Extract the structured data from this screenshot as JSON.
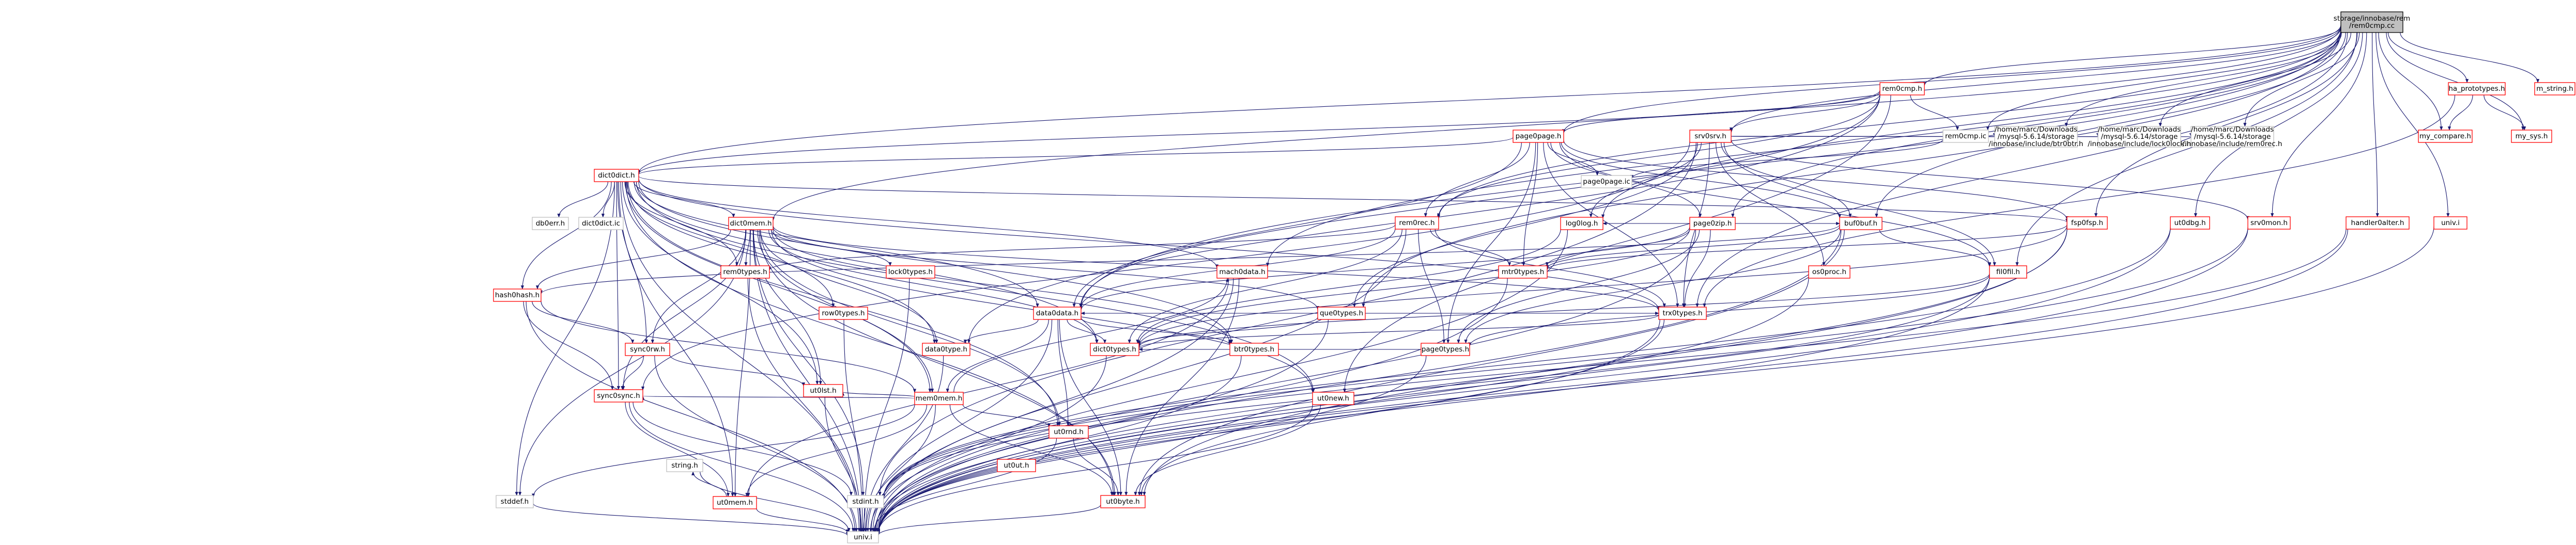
{
  "colors": {
    "edge": "#191970",
    "root_fill": "#bfbfbf",
    "red_border": "#ff0000",
    "gray_border": "#bfbfbf",
    "text": "#000000"
  },
  "nodes": [
    {
      "id": "root",
      "label": "storage/innobase/rem\n/rem0cmp.cc",
      "style": "root"
    },
    {
      "id": "rem0cmp_h",
      "label": "rem0cmp.h",
      "style": "red"
    },
    {
      "id": "ha_prototypes_h",
      "label": "ha_prototypes.h",
      "style": "red"
    },
    {
      "id": "my_compare_h",
      "label": "my_compare.h",
      "style": "red"
    },
    {
      "id": "my_sys_h",
      "label": "my_sys.h",
      "style": "red"
    },
    {
      "id": "m_string_h",
      "label": "m_string.h",
      "style": "red"
    },
    {
      "id": "srv0srv_h",
      "label": "srv0srv.h",
      "style": "red"
    },
    {
      "id": "page0page_h",
      "label": "page0page.h",
      "style": "red"
    },
    {
      "id": "dict0dict_h",
      "label": "dict0dict.h",
      "style": "red"
    },
    {
      "id": "handler0alter_h",
      "label": "handler0alter.h",
      "style": "red"
    },
    {
      "id": "mach0data_h",
      "label": "mach0data.h",
      "style": "red"
    },
    {
      "id": "univ_i",
      "label": "univ.i",
      "style": "red"
    },
    {
      "id": "srv0mon_h",
      "label": "srv0mon.h",
      "style": "red"
    },
    {
      "id": "rem0rec_h",
      "label": "rem0rec.h",
      "style": "red"
    },
    {
      "id": "data0data_h",
      "label": "data0data.h",
      "style": "red"
    },
    {
      "id": "dict0mem_h",
      "label": "dict0mem.h",
      "style": "red"
    },
    {
      "id": "rem0types_h",
      "label": "rem0types.h",
      "style": "red"
    },
    {
      "id": "data0type_h",
      "label": "data0type.h",
      "style": "red"
    },
    {
      "id": "page0zip_h",
      "label": "page0zip.h",
      "style": "red"
    },
    {
      "id": "mtr0types_h",
      "label": "mtr0types.h",
      "style": "red"
    },
    {
      "id": "buf0buf_h",
      "label": "buf0buf.h",
      "style": "red"
    },
    {
      "id": "fil0fil_h",
      "label": "fil0fil.h",
      "style": "red"
    },
    {
      "id": "log0log_h",
      "label": "log0log.h",
      "style": "red"
    },
    {
      "id": "ut0byte_h",
      "label": "ut0byte.h",
      "style": "red"
    },
    {
      "id": "ut0ut_h",
      "label": "ut0ut.h",
      "style": "red"
    },
    {
      "id": "ut0mem_h",
      "label": "ut0mem.h",
      "style": "red"
    },
    {
      "id": "os0proc_h",
      "label": "os0proc.h",
      "style": "red"
    },
    {
      "id": "sync0rw_h",
      "label": "sync0rw.h",
      "style": "red"
    },
    {
      "id": "trx0types_h",
      "label": "trx0types.h",
      "style": "red"
    },
    {
      "id": "row0types_h",
      "label": "row0types.h",
      "style": "red"
    },
    {
      "id": "que0types_h",
      "label": "que0types.h",
      "style": "red"
    },
    {
      "id": "lock0types_h",
      "label": "lock0types.h",
      "style": "red"
    },
    {
      "id": "page0types_h",
      "label": "page0types.h",
      "style": "red"
    },
    {
      "id": "fsp0fsp_h",
      "label": "fsp0fsp.h",
      "style": "red"
    },
    {
      "id": "ut0lst_h",
      "label": "ut0lst.h",
      "style": "red"
    },
    {
      "id": "hash0hash_h",
      "label": "hash0hash.h",
      "style": "red"
    },
    {
      "id": "sync0sync_h",
      "label": "sync0sync.h",
      "style": "red"
    },
    {
      "id": "mem0mem_h",
      "label": "mem0mem.h",
      "style": "red"
    },
    {
      "id": "dict0types_h",
      "label": "dict0types.h",
      "style": "red"
    },
    {
      "id": "ut0rnd_h",
      "label": "ut0rnd.h",
      "style": "red"
    },
    {
      "id": "btr0types_h",
      "label": "btr0types.h",
      "style": "red"
    },
    {
      "id": "ut0dbg_h",
      "label": "ut0dbg.h",
      "style": "red"
    },
    {
      "id": "ut0new_h",
      "label": "ut0new.h",
      "style": "red"
    },
    {
      "id": "db0err_h",
      "label": "db0err.h",
      "style": "gray"
    },
    {
      "id": "dict0dict_ic",
      "label": "dict0dict.ic",
      "style": "gray"
    },
    {
      "id": "page0page_ic",
      "label": "page0page.ic",
      "style": "gray"
    },
    {
      "id": "rem0cmp_ic",
      "label": "rem0cmp.ic",
      "style": "gray"
    },
    {
      "id": "hdr_rem0rec",
      "label": "/home/marc/Downloads\n/mysql-5.6.14/storage\n/innobase/include/rem0rec.h",
      "style": "gray"
    },
    {
      "id": "hdr_btr0btr",
      "label": "/home/marc/Downloads\n/mysql-5.6.14/storage\n/innobase/include/btr0btr.h",
      "style": "gray"
    },
    {
      "id": "hdr_lock0lock",
      "label": "/home/marc/Downloads\n/mysql-5.6.14/storage\n/innobase/include/lock0lock.h",
      "style": "gray"
    },
    {
      "id": "stdint_h",
      "label": "stdint.h",
      "style": "gray"
    },
    {
      "id": "stddef_h",
      "label": "stddef.h",
      "style": "gray"
    },
    {
      "id": "univ_i_ext",
      "label": "univ.i",
      "style": "gray"
    },
    {
      "id": "string_h",
      "label": "string.h",
      "style": "gray"
    }
  ],
  "edges": [
    [
      "root",
      "rem0cmp_h"
    ],
    [
      "root",
      "ha_prototypes_h"
    ],
    [
      "root",
      "my_compare_h"
    ],
    [
      "root",
      "my_sys_h"
    ],
    [
      "root",
      "m_string_h"
    ],
    [
      "root",
      "srv0srv_h"
    ],
    [
      "root",
      "page0page_h"
    ],
    [
      "root",
      "dict0dict_h"
    ],
    [
      "root",
      "handler0alter_h"
    ],
    [
      "root",
      "mach0data_h"
    ],
    [
      "root",
      "univ_i"
    ],
    [
      "root",
      "srv0mon_h"
    ],
    [
      "root",
      "rem0rec_h"
    ],
    [
      "root",
      "data0data_h"
    ],
    [
      "root",
      "hdr_rem0rec"
    ],
    [
      "root",
      "hdr_lock0lock"
    ],
    [
      "root",
      "buf0buf_h"
    ],
    [
      "root",
      "fil0fil_h"
    ],
    [
      "root",
      "log0log_h"
    ],
    [
      "root",
      "page0zip_h"
    ],
    [
      "root",
      "trx0types_h"
    ],
    [
      "root",
      "que0types_h"
    ],
    [
      "root",
      "rem0cmp_ic"
    ],
    [
      "root",
      "hdr_btr0btr"
    ],
    [
      "root",
      "fsp0fsp_h"
    ],
    [
      "root",
      "dict0mem_h"
    ],
    [
      "root",
      "ut0dbg_h"
    ],
    [
      "ha_prototypes_h",
      "my_compare_h"
    ],
    [
      "ha_prototypes_h",
      "my_sys_h"
    ],
    [
      "ha_prototypes_h",
      "trx0types_h"
    ],
    [
      "rem0cmp_h",
      "data0data_h"
    ],
    [
      "rem0cmp_h",
      "data0type_h"
    ],
    [
      "rem0cmp_h",
      "dict0dict_h"
    ],
    [
      "rem0cmp_h",
      "rem0rec_h"
    ],
    [
      "rem0cmp_h",
      "rem0cmp_ic"
    ],
    [
      "rem0cmp_h",
      "page0page_h"
    ],
    [
      "rem0cmp_h",
      "srv0srv_h"
    ],
    [
      "rem0cmp_h",
      "ut0new_h"
    ],
    [
      "rem0cmp_ic",
      "page0page_ic"
    ],
    [
      "srv0srv_h",
      "log0log_h"
    ],
    [
      "srv0srv_h",
      "os0proc_h"
    ],
    [
      "srv0srv_h",
      "sync0sync_h"
    ],
    [
      "srv0srv_h",
      "que0types_h"
    ],
    [
      "srv0srv_h",
      "trx0types_h"
    ],
    [
      "srv0srv_h",
      "srv0mon_h"
    ],
    [
      "srv0srv_h",
      "fil0fil_h"
    ],
    [
      "srv0srv_h",
      "buf0buf_h"
    ],
    [
      "srv0srv_h",
      "hdr_btr0btr"
    ],
    [
      "srv0srv_h",
      "hdr_rem0rec"
    ],
    [
      "srv0srv_h",
      "hdr_lock0lock"
    ],
    [
      "srv0srv_h",
      "stdint_h"
    ],
    [
      "page0page_h",
      "page0types_h"
    ],
    [
      "page0page_h",
      "fil0fil_h"
    ],
    [
      "page0page_h",
      "buf0buf_h"
    ],
    [
      "page0page_h",
      "data0data_h"
    ],
    [
      "page0page_h",
      "dict0dict_h"
    ],
    [
      "page0page_h",
      "rem0rec_h"
    ],
    [
      "page0page_h",
      "fsp0fsp_h"
    ],
    [
      "page0page_h",
      "mtr0types_h"
    ],
    [
      "page0page_h",
      "page0zip_h"
    ],
    [
      "page0page_h",
      "trx0types_h"
    ],
    [
      "page0page_h",
      "page0page_ic"
    ],
    [
      "dict0dict_h",
      "data0data_h"
    ],
    [
      "dict0dict_h",
      "data0type_h"
    ],
    [
      "dict0dict_h",
      "dict0mem_h"
    ],
    [
      "dict0dict_h",
      "dict0types_h"
    ],
    [
      "dict0dict_h",
      "fsp0fsp_h"
    ],
    [
      "dict0dict_h",
      "hash0hash_h"
    ],
    [
      "dict0dict_h",
      "mem0mem_h"
    ],
    [
      "dict0dict_h",
      "rem0types_h"
    ],
    [
      "dict0dict_h",
      "row0types_h"
    ],
    [
      "dict0dict_h",
      "sync0sync_h"
    ],
    [
      "dict0dict_h",
      "sync0rw_h"
    ],
    [
      "dict0dict_h",
      "trx0types_h"
    ],
    [
      "dict0dict_h",
      "ut0byte_h"
    ],
    [
      "dict0dict_h",
      "ut0mem_h"
    ],
    [
      "dict0dict_h",
      "ut0new_h"
    ],
    [
      "dict0dict_h",
      "ut0rnd_h"
    ],
    [
      "dict0dict_h",
      "db0err_h"
    ],
    [
      "dict0dict_h",
      "dict0dict_ic"
    ],
    [
      "dict0dict_h",
      "univ_i_ext"
    ],
    [
      "dict0dict_h",
      "stddef_h"
    ],
    [
      "dict0dict_h",
      "mach0data_h"
    ],
    [
      "dict0dict_h",
      "btr0types_h"
    ],
    [
      "dict0dict_h",
      "ut0lst_h"
    ],
    [
      "dict0mem_h",
      "dict0types_h"
    ],
    [
      "dict0mem_h",
      "data0type_h"
    ],
    [
      "dict0mem_h",
      "mem0mem_h"
    ],
    [
      "dict0mem_h",
      "rem0types_h"
    ],
    [
      "dict0mem_h",
      "btr0types_h"
    ],
    [
      "dict0mem_h",
      "lock0types_h"
    ],
    [
      "dict0mem_h",
      "que0types_h"
    ],
    [
      "dict0mem_h",
      "sync0rw_h"
    ],
    [
      "dict0mem_h",
      "ut0mem_h"
    ],
    [
      "dict0mem_h",
      "ut0lst_h"
    ],
    [
      "dict0mem_h",
      "ut0rnd_h"
    ],
    [
      "dict0mem_h",
      "ut0byte_h"
    ],
    [
      "dict0mem_h",
      "hash0hash_h"
    ],
    [
      "dict0mem_h",
      "trx0types_h"
    ],
    [
      "dict0mem_h",
      "sync0sync_h"
    ],
    [
      "dict0mem_h",
      "univ_i_ext"
    ],
    [
      "dict0mem_h",
      "stddef_h"
    ],
    [
      "dict0mem_h",
      "stdint_h"
    ],
    [
      "dict0mem_h",
      "ut0new_h"
    ],
    [
      "data0data_h",
      "data0type_h"
    ],
    [
      "data0data_h",
      "mem0mem_h"
    ],
    [
      "data0data_h",
      "dict0types_h"
    ],
    [
      "data0data_h",
      "univ_i_ext"
    ],
    [
      "data0data_h",
      "ut0rnd_h"
    ],
    [
      "data0data_h",
      "ut0byte_h"
    ],
    [
      "data0data_h",
      "trx0types_h"
    ],
    [
      "data0data_h",
      "btr0types_h"
    ],
    [
      "mem0mem_h",
      "ut0mem_h"
    ],
    [
      "mem0mem_h",
      "ut0byte_h"
    ],
    [
      "mem0mem_h",
      "ut0rnd_h"
    ],
    [
      "mem0mem_h",
      "mach0data_h"
    ],
    [
      "mem0mem_h",
      "univ_i_ext"
    ],
    [
      "mem0mem_h",
      "stddef_h"
    ],
    [
      "mem0mem_h",
      "sync0sync_h"
    ],
    [
      "mem0mem_h",
      "ut0lst_h"
    ],
    [
      "mach0data_h",
      "ut0byte_h"
    ],
    [
      "mach0data_h",
      "univ_i_ext"
    ],
    [
      "mach0data_h",
      "ut0mem_h"
    ],
    [
      "hash0hash_h",
      "mem0mem_h"
    ],
    [
      "hash0hash_h",
      "sync0sync_h"
    ],
    [
      "hash0hash_h",
      "sync0rw_h"
    ],
    [
      "hash0hash_h",
      "univ_i_ext"
    ],
    [
      "sync0rw_h",
      "sync0sync_h"
    ],
    [
      "sync0rw_h",
      "ut0lst_h"
    ],
    [
      "sync0rw_h",
      "univ_i_ext"
    ],
    [
      "sync0sync_h",
      "ut0mem_h"
    ],
    [
      "sync0sync_h",
      "univ_i_ext"
    ],
    [
      "sync0sync_h",
      "stdint_h"
    ],
    [
      "ut0mem_h",
      "univ_i_ext"
    ],
    [
      "ut0mem_h",
      "string_h"
    ],
    [
      "ut0byte_h",
      "univ_i_ext"
    ],
    [
      "ut0lst_h",
      "univ_i_ext"
    ],
    [
      "ut0rnd_h",
      "univ_i_ext"
    ],
    [
      "ut0rnd_h",
      "ut0byte_h"
    ],
    [
      "ut0dbg_h",
      "univ_i_ext"
    ],
    [
      "ut0dbg_h",
      "stdint_h"
    ],
    [
      "ut0new_h",
      "univ_i_ext"
    ],
    [
      "ut0new_h",
      "ut0byte_h"
    ],
    [
      "rem0rec_h",
      "rem0types_h"
    ],
    [
      "rem0rec_h",
      "mtr0types_h"
    ],
    [
      "rem0rec_h",
      "page0types_h"
    ],
    [
      "rem0rec_h",
      "trx0types_h"
    ],
    [
      "rem0rec_h",
      "univ_i_ext"
    ],
    [
      "rem0rec_h",
      "dict0types_h"
    ],
    [
      "rem0rec_h",
      "data0data_h"
    ],
    [
      "page0zip_h",
      "mtr0types_h"
    ],
    [
      "page0zip_h",
      "page0types_h"
    ],
    [
      "page0zip_h",
      "buf0buf_h"
    ],
    [
      "page0zip_h",
      "dict0types_h"
    ],
    [
      "page0zip_h",
      "trx0types_h"
    ],
    [
      "page0zip_h",
      "univ_i_ext"
    ],
    [
      "page0zip_h",
      "data0data_h"
    ],
    [
      "buf0buf_h",
      "fil0fil_h"
    ],
    [
      "buf0buf_h",
      "mtr0types_h"
    ],
    [
      "buf0buf_h",
      "univ_i_ext"
    ],
    [
      "buf0buf_h",
      "ut0byte_h"
    ],
    [
      "buf0buf_h",
      "page0types_h"
    ],
    [
      "buf0buf_h",
      "hash0hash_h"
    ],
    [
      "buf0buf_h",
      "log0log_h"
    ],
    [
      "fil0fil_h",
      "dict0types_h"
    ],
    [
      "fil0fil_h",
      "page0types_h"
    ],
    [
      "fil0fil_h",
      "univ_i_ext"
    ],
    [
      "fil0fil_h",
      "stdint_h"
    ],
    [
      "log0log_h",
      "univ_i_ext"
    ],
    [
      "log0log_h",
      "dict0types_h"
    ],
    [
      "srv0mon_h",
      "univ_i_ext"
    ],
    [
      "srv0mon_h",
      "stdint_h"
    ],
    [
      "trx0types_h",
      "univ_i_ext"
    ],
    [
      "trx0types_h",
      "ut0byte_h"
    ],
    [
      "trx0types_h",
      "dict0types_h"
    ],
    [
      "que0types_h",
      "univ_i_ext"
    ],
    [
      "que0types_h",
      "data0data_h"
    ],
    [
      "que0types_h",
      "dict0types_h"
    ],
    [
      "page0types_h",
      "univ_i_ext"
    ],
    [
      "page0types_h",
      "dict0types_h"
    ],
    [
      "mtr0types_h",
      "univ_i_ext"
    ],
    [
      "fsp0fsp_h",
      "univ_i_ext"
    ],
    [
      "fsp0fsp_h",
      "dict0types_h"
    ],
    [
      "fsp0fsp_h",
      "mtr0types_h"
    ],
    [
      "fsp0fsp_h",
      "ut0byte_h"
    ],
    [
      "handler0alter_h",
      "univ_i_ext"
    ],
    [
      "handler0alter_h",
      "stdint_h"
    ],
    [
      "data0type_h",
      "univ_i_ext"
    ],
    [
      "dict0types_h",
      "univ_i_ext"
    ],
    [
      "rem0types_h",
      "univ_i_ext"
    ],
    [
      "btr0types_h",
      "univ_i_ext"
    ],
    [
      "lock0types_h",
      "univ_i_ext"
    ],
    [
      "row0types_h",
      "univ_i_ext"
    ],
    [
      "os0proc_h",
      "univ_i_ext"
    ],
    [
      "stddef_h",
      "univ_i_ext"
    ],
    [
      "stdint_h",
      "univ_i_ext"
    ],
    [
      "string_h",
      "univ_i_ext"
    ],
    [
      "univ_i",
      "univ_i_ext"
    ]
  ]
}
